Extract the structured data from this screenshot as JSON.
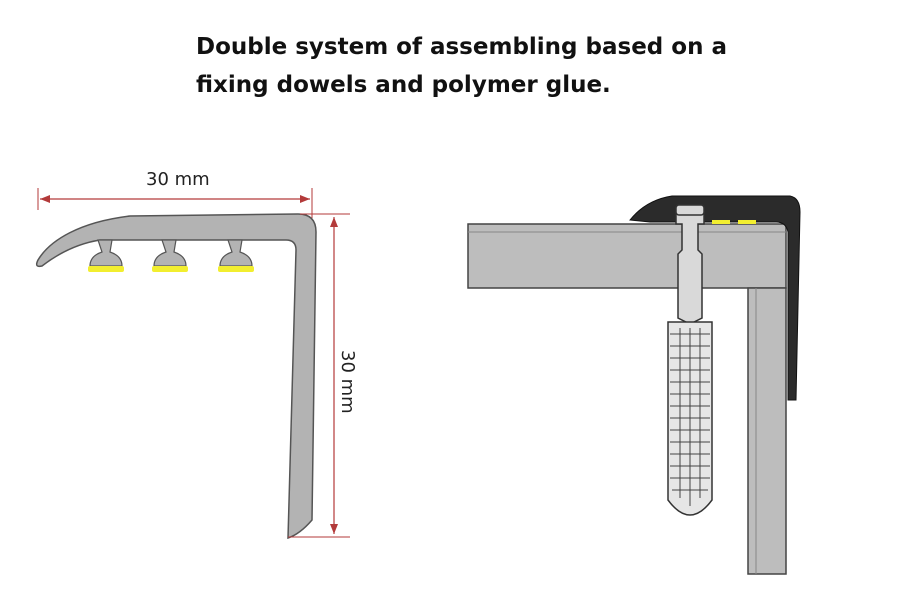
{
  "title": {
    "line1": "Double system of assembling based on a",
    "line2": "fixing dowels and polymer glue."
  },
  "dimensions": {
    "width_label": "30 mm",
    "height_label": "30 mm"
  },
  "colors": {
    "profile": "#b3b3b3",
    "profile_outline": "#555555",
    "glue": "#f2ee2f",
    "dimension_line": "#b33a3a",
    "cap": "#2b2b2b"
  }
}
